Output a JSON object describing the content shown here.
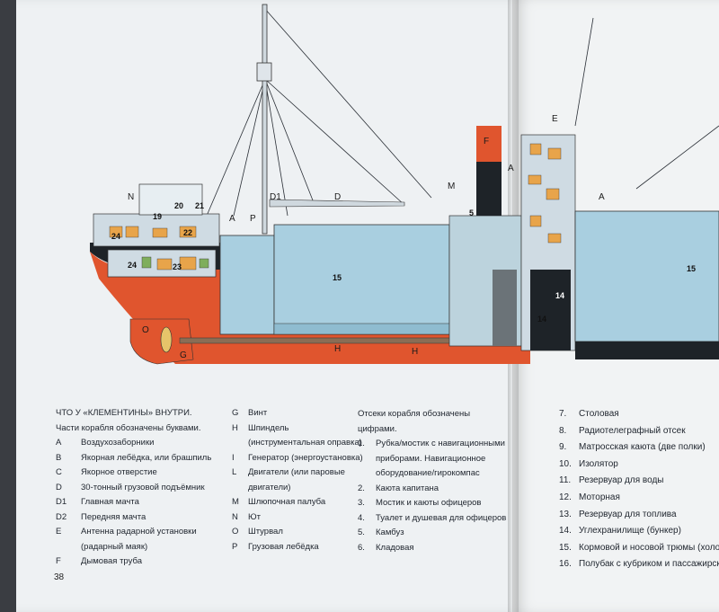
{
  "page_number": "38",
  "diagram_labels": {
    "letters": [
      "N",
      "D1",
      "D",
      "A",
      "P",
      "M",
      "F",
      "A",
      "A",
      "E",
      "O",
      "G",
      "H",
      "H"
    ],
    "numbers": [
      "24",
      "19",
      "20",
      "22",
      "21",
      "24",
      "23",
      "15",
      "5",
      "14",
      "14",
      "15"
    ]
  },
  "legend_letters": {
    "title": "ЧТО У «КЛЕМЕНТИНЫ» ВНУТРИ.",
    "intro": "Части корабля обозначены буквами.",
    "items_a": [
      {
        "key": "A",
        "text": "Воздухозаборники"
      },
      {
        "key": "B",
        "text": "Якорная лебёдка, или брашпиль"
      },
      {
        "key": "C",
        "text": "Якорное отверстие"
      },
      {
        "key": "D",
        "text": "30-тонный грузовой подъёмник"
      },
      {
        "key": "D1",
        "text": "Главная мачта"
      },
      {
        "key": "D2",
        "text": "Передняя мачта"
      },
      {
        "key": "E",
        "text": "Антенна радарной установки"
      },
      {
        "key": "",
        "text": "(радарный маяк)"
      },
      {
        "key": "F",
        "text": "Дымовая труба"
      }
    ],
    "items_b": [
      {
        "key": "G",
        "text": "Винт"
      },
      {
        "key": "H",
        "text": "Шпиндель"
      },
      {
        "key": "",
        "text": "(инструментальная оправка)"
      },
      {
        "key": "I",
        "text": "Генератор (энергоустановка)"
      },
      {
        "key": "L",
        "text": "Двигатели (или паровые"
      },
      {
        "key": "",
        "text": "двигатели)"
      },
      {
        "key": "M",
        "text": "Шлюпочная палуба"
      },
      {
        "key": "N",
        "text": "Ют"
      },
      {
        "key": "O",
        "text": "Штурвал"
      },
      {
        "key": "P",
        "text": "Грузовая лебёдка"
      }
    ]
  },
  "legend_numbers": {
    "intro_1": "Отсеки корабля обозначены",
    "intro_2": "цифрами.",
    "items_a": [
      {
        "key": "1.",
        "text": "Рубка/мостик с навигационными"
      },
      {
        "key": "",
        "text": "приборами. Навигационное"
      },
      {
        "key": "",
        "text": "оборудование/гирокомпас"
      },
      {
        "key": "2.",
        "text": "Каюта капитана"
      },
      {
        "key": "3.",
        "text": "Мостик и каюты офицеров"
      },
      {
        "key": "4.",
        "text": "Туалет и душевая для офицеров"
      },
      {
        "key": "5.",
        "text": "Камбуз"
      },
      {
        "key": "6.",
        "text": "Кладовая"
      }
    ],
    "items_b": [
      {
        "key": "7.",
        "text": "Столовая"
      },
      {
        "key": "8.",
        "text": "Радиотелеграфный отсек"
      },
      {
        "key": "9.",
        "text": "Матросская каюта (две полки)"
      },
      {
        "key": "10.",
        "text": "Изолятор"
      },
      {
        "key": "11.",
        "text": "Резервуар для воды"
      },
      {
        "key": "12.",
        "text": "Моторная"
      },
      {
        "key": "13.",
        "text": "Резервуар для топлива"
      },
      {
        "key": "14.",
        "text": "Углехранилище (бункер)"
      },
      {
        "key": "15.",
        "text": "Кормовой и носовой трюмы (холоди"
      },
      {
        "key": "16.",
        "text": "Полубак с кубриком и пассажирским"
      }
    ]
  },
  "colors": {
    "hull_red": "#e0552e",
    "hull_black": "#1e2328",
    "tank_blue": "#a9cfe0",
    "page": "#eef1f3"
  }
}
